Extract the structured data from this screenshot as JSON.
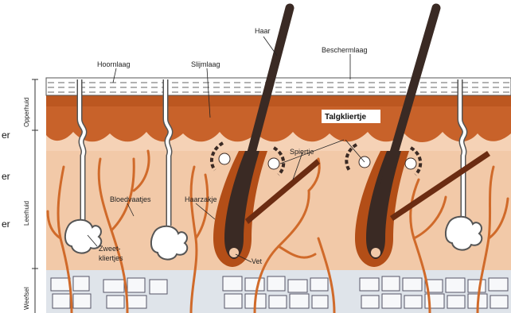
{
  "labels": {
    "hoornlaag": "Hoornlaag",
    "slijmlaag": "Slijmlaag",
    "haar": "Haar",
    "beschermlaag": "Beschermlaag",
    "talgkliertje": "Talgkliertje",
    "spiertje": "Spiertje",
    "haarzakje": "Haarzakje",
    "bloedvaatjes": "Bloedvaatjes",
    "zweetkliertjes_line1": "Zweet-",
    "zweetkliertjes_line2": "kliertjes",
    "vet": "Vet"
  },
  "layers": {
    "opperhuid": "Opperhuid",
    "leerhuid": "Leerhuid",
    "weefsel": "Weefsel"
  },
  "cropped_text": [
    "er",
    "er",
    "er"
  ],
  "colors": {
    "epidermis_dark": "#b34e17",
    "epidermis_mid": "#c8622a",
    "dermis": "#f2c9a8",
    "dermis_light": "#f6d8bf",
    "fat": "#dfe4ea",
    "hair": "#3a2a24",
    "vessel": "#d06a2a"
  }
}
